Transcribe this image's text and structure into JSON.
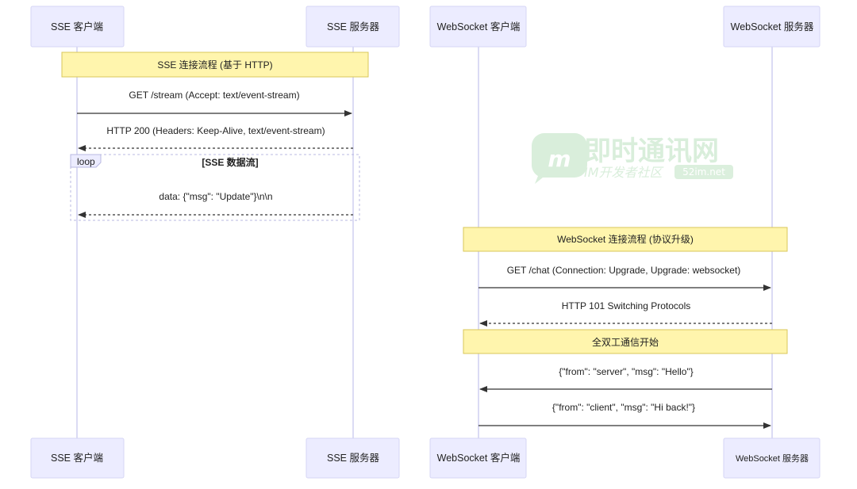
{
  "actors": {
    "sse_client": "SSE 客户端",
    "sse_server": "SSE 服务器",
    "ws_client": "WebSocket 客户端",
    "ws_server": "WebSocket 服务器"
  },
  "sse": {
    "note": "SSE 连接流程 (基于 HTTP)",
    "msg_get": "GET /stream (Accept: text/event-stream)",
    "msg_200": "HTTP 200 (Headers: Keep-Alive, text/event-stream)",
    "loop_label": "loop",
    "loop_title": "[SSE 数据流]",
    "msg_data": "data: {\"msg\": \"Update\"}\\n\\n"
  },
  "ws": {
    "note_upgrade": "WebSocket 连接流程 (协议升级)",
    "msg_get": "GET /chat (Connection: Upgrade, Upgrade: websocket)",
    "msg_101": "HTTP 101 Switching Protocols",
    "note_duplex": "全双工通信开始",
    "msg_server": "{\"from\": \"server\", \"msg\": \"Hello\"}",
    "msg_client": "{\"from\": \"client\", \"msg\": \"Hi back!\"}"
  },
  "watermark": {
    "logo_letter": "m",
    "title": "即时通讯网",
    "subtitle": "IM开发者社区",
    "domain": "52im.net"
  }
}
